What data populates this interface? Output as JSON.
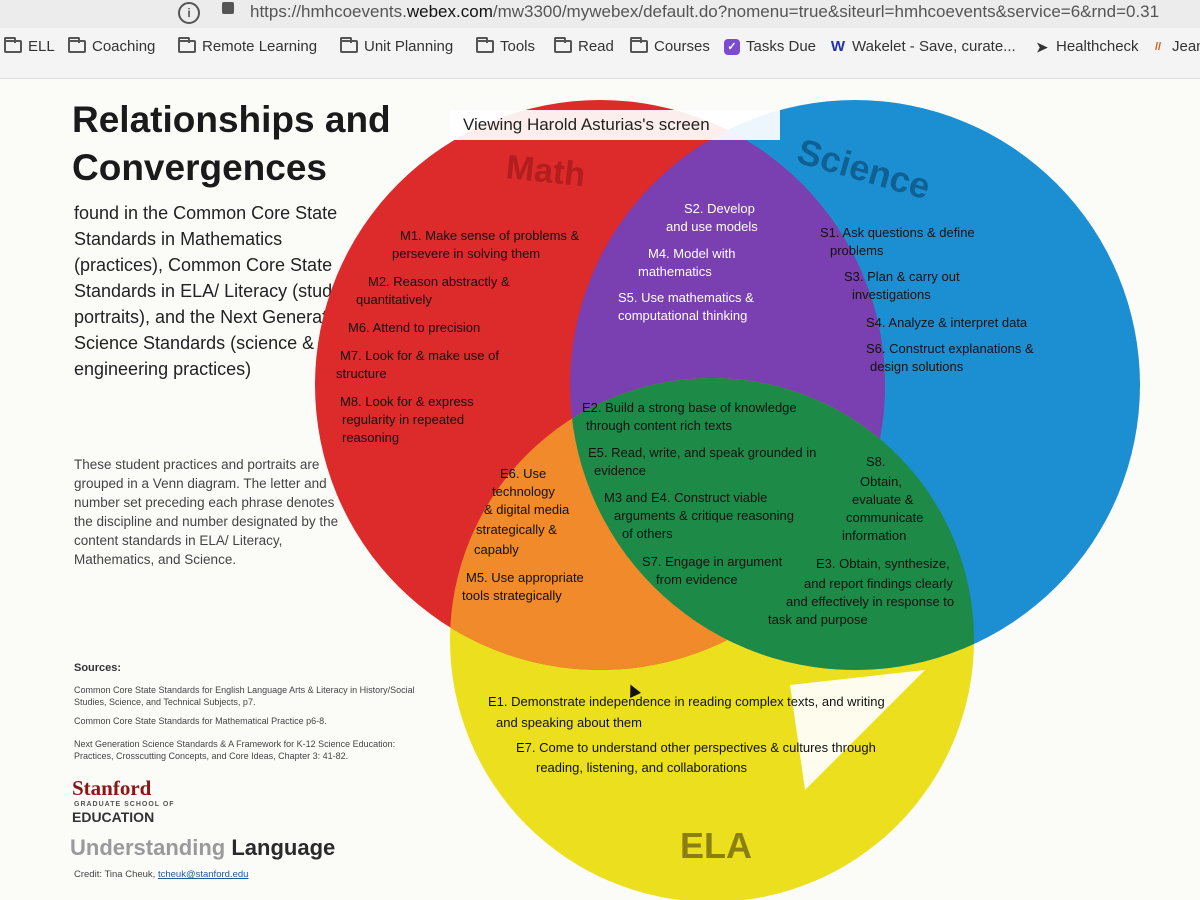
{
  "browser": {
    "url_host_prefix": "https://hmhcoevents.",
    "url_host": "webex.com",
    "url_path": "/mw3300/mywebex/default.do?nomenu=true&siteurl=hmhcoevents&service=6&rnd=0.31",
    "bookmarks": [
      {
        "label": "ELL",
        "icon": "folder-icon"
      },
      {
        "label": "Coaching",
        "icon": "folder-icon"
      },
      {
        "label": "Remote Learning",
        "icon": "folder-icon"
      },
      {
        "label": "Unit Planning",
        "icon": "folder-icon"
      },
      {
        "label": "Tools",
        "icon": "folder-icon"
      },
      {
        "label": "Read",
        "icon": "folder-icon"
      },
      {
        "label": "Courses",
        "icon": "folder-icon"
      },
      {
        "label": "Tasks Due",
        "icon": "app-icon"
      },
      {
        "label": "Wakelet - Save, curate...",
        "icon": "wakelet-icon"
      },
      {
        "label": "Healthcheck",
        "icon": "arrow-icon"
      },
      {
        "label": "Jean",
        "icon": "app-icon"
      }
    ]
  },
  "screen_share": {
    "label": "Viewing Harold Asturias's screen"
  },
  "poster": {
    "title_line1": "Relationships and",
    "title_line2": "Convergences",
    "subtitle": "found in the Common Core State Standards in Mathematics (practices), Common Core State Standards in ELA/ Literacy (student portraits), and the Next Generation Science Standards (science & engineering practices)",
    "description": "These student practices and portraits are grouped in a Venn diagram. The letter and number set preceding each phrase denotes the discipline and number designated by the content standards in ELA/ Literacy, Mathematics, and Science.",
    "sources_heading": "Sources:",
    "sources": [
      "Common Core State Standards for English Language Arts & Literacy in History/Social Studies, Science, and Technical Subjects, p7.",
      "Common Core State Standards for Mathematical Practice p6-8.",
      "Next Generation Science Standards & A Framework for K-12 Science Education: Practices, Crosscutting Concepts, and Core Ideas, Chapter 3: 41-82."
    ],
    "stanford": "Stanford",
    "gse": "GRADUATE SCHOOL OF",
    "education": "EDUCATION",
    "ul_light": "Understanding",
    "ul_dark": "Language",
    "credit_prefix": "Credit: Tina Cheuk,",
    "credit_email": "tcheuk@stanford.edu"
  },
  "venn": {
    "circle_labels": {
      "math": "Math",
      "science": "Science",
      "ela": "ELA"
    },
    "colors": {
      "math": "#dd2a2a",
      "science": "#1c8fd2",
      "ela": "#ecdf1e",
      "math_science": "#7a3fb0",
      "math_ela": "#f08a2a",
      "science_ela": "#1d8a48",
      "center": "#ffffff"
    },
    "math": [
      "M1. Make sense of problems &",
      "persevere in solving them",
      "M2. Reason abstractly &",
      "quantitatively",
      "M6. Attend to precision",
      "M7. Look for & make use of",
      "structure",
      "M8. Look for & express",
      "regularity in repeated",
      "reasoning"
    ],
    "math_science": [
      "S2. Develop",
      "and use models",
      "M4. Model with",
      "mathematics",
      "S5. Use mathematics &",
      "computational thinking"
    ],
    "science": [
      "S1. Ask questions & define",
      "problems",
      "S3. Plan & carry out",
      "investigations",
      "S4. Analyze & interpret data",
      "S6. Construct explanations &",
      "design solutions"
    ],
    "center": [
      "E2. Build a strong base of knowledge",
      "through content rich texts",
      "E5. Read, write, and speak grounded in",
      "evidence",
      "M3 and E4. Construct viable",
      "arguments & critique reasoning",
      "of others",
      "S7. Engage in argument",
      "from evidence"
    ],
    "math_ela": [
      "E6. Use",
      "technology",
      "& digital media",
      "strategically &",
      "capably",
      "M5. Use appropriate",
      "tools strategically"
    ],
    "science_ela": [
      "S8.",
      "Obtain,",
      "evaluate &",
      "communicate",
      "information",
      "E3. Obtain, synthesize,",
      "and report findings clearly",
      "and effectively in response to",
      "task and purpose"
    ],
    "ela": [
      "E1. Demonstrate independence in reading complex texts, and writing",
      "and speaking about them",
      "E7. Come to understand other perspectives & cultures through",
      "reading, listening, and collaborations"
    ]
  }
}
